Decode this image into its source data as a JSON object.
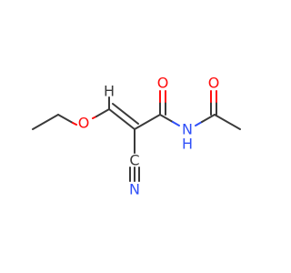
{
  "atoms": {
    "o_ether": {
      "symbol": "O",
      "color": "#ff0d0d"
    },
    "o_amide1": {
      "symbol": "O",
      "color": "#ff0d0d"
    },
    "o_amide2": {
      "symbol": "O",
      "color": "#ff0d0d"
    },
    "n_amide": {
      "symbol": "N",
      "color": "#3050f8"
    },
    "h_amide": {
      "symbol": "H",
      "color": "#3050f8"
    },
    "c_nitrile": {
      "symbol": "C",
      "color": "#3a3a3a"
    },
    "n_nitrile": {
      "symbol": "N",
      "color": "#3050f8"
    },
    "h_vinyl": {
      "symbol": "H",
      "color": "#3a3a3a"
    }
  },
  "bond_color": "#3a3a3a"
}
